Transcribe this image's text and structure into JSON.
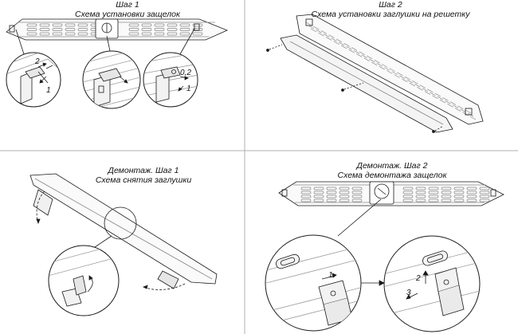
{
  "panels": [
    {
      "step": "Шаг 1",
      "caption": "Схема установки защелок",
      "callouts": [
        "2",
        "1",
        "0,2",
        "1"
      ]
    },
    {
      "step": "Шаг 2",
      "caption": "Схема установки заглушки на решетку"
    },
    {
      "step": "Демонтаж. Шаг 1",
      "caption": "Схема снятия заглушки"
    },
    {
      "step": "Демонтаж. Шаг 2",
      "caption": "Схема демонтажа защелок",
      "callouts": [
        "1",
        "2",
        "3"
      ]
    }
  ],
  "colors": {
    "line": "#1a1a1a",
    "grid": "#9a9a9a",
    "fill": "#f4f4f4"
  }
}
